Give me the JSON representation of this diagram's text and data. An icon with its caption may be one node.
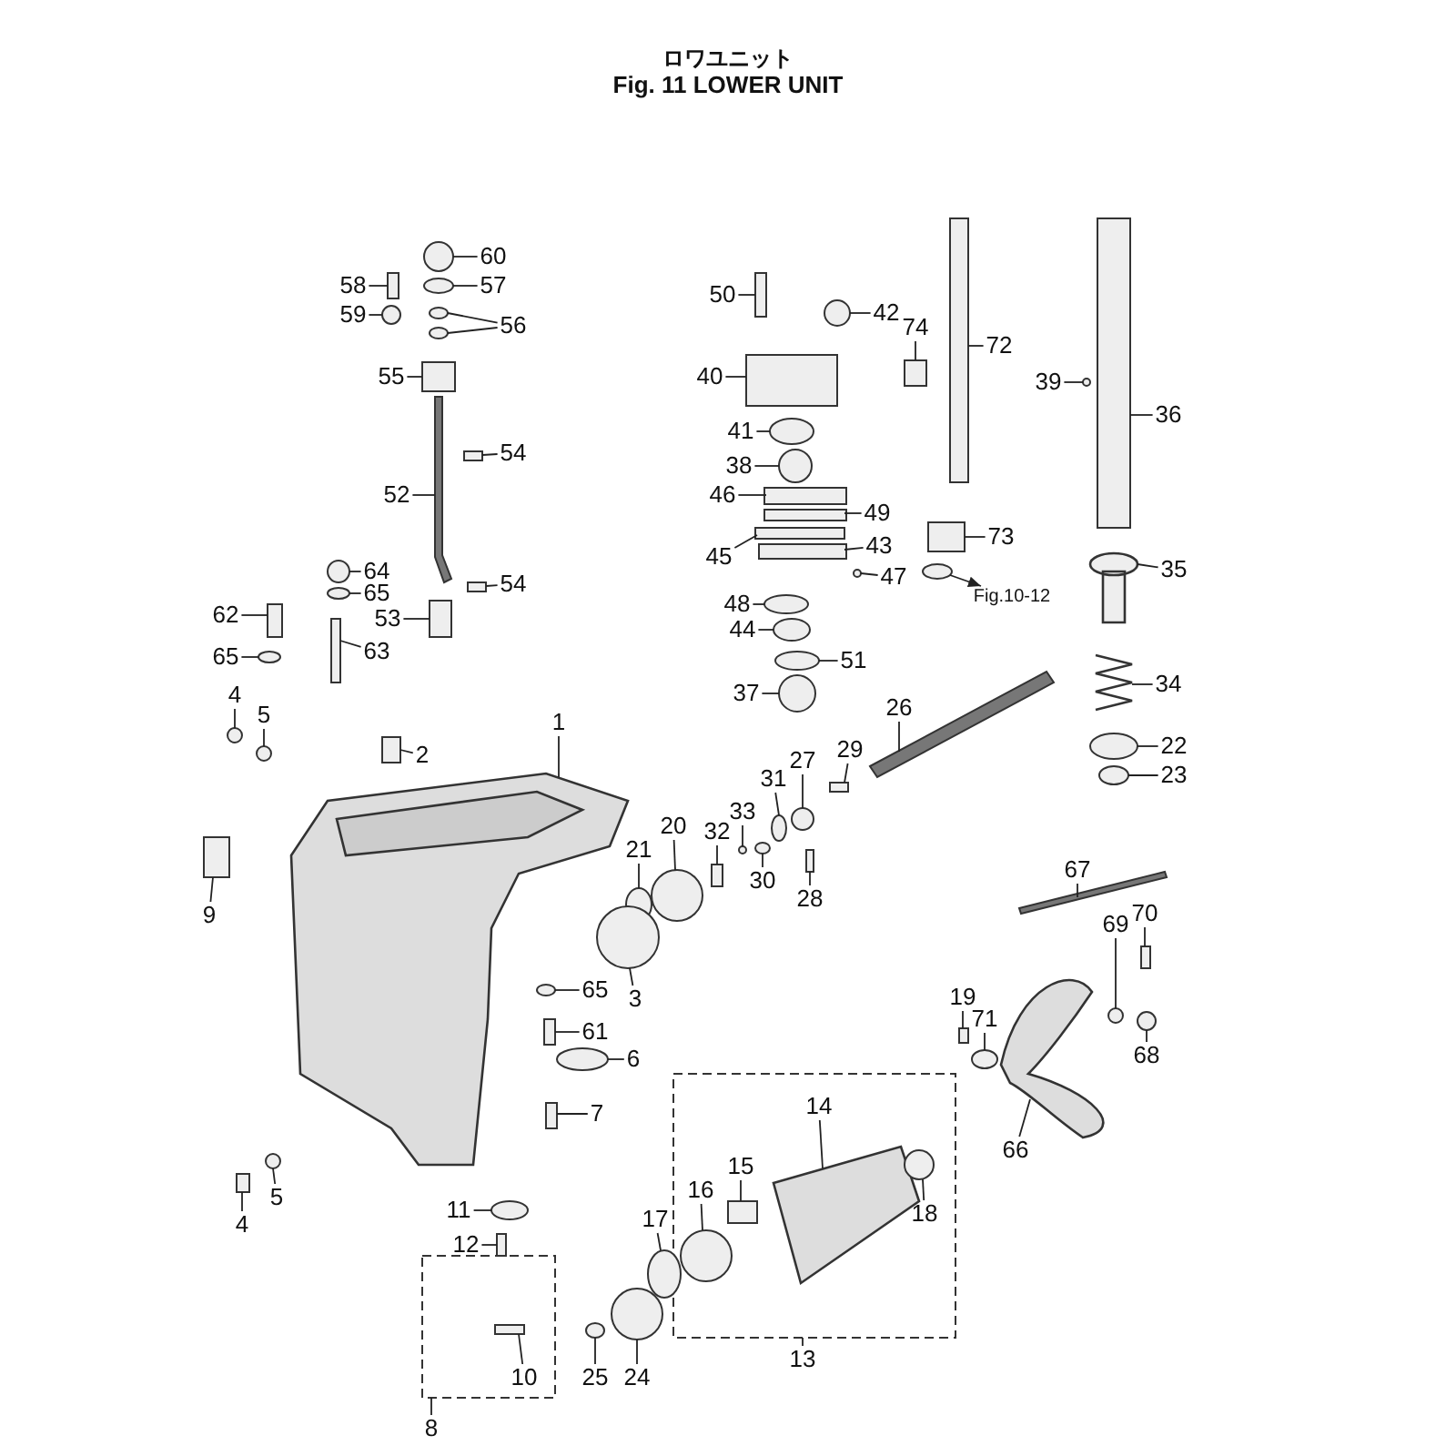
{
  "diagram": {
    "title": "ロワユニット",
    "nodes": [
      {
        "text": [
          "60"
        ]
      },
      {
        "text": [
          "57"
        ]
      },
      {
        "text": [
          "58"
        ]
      },
      {
        "text": [
          "59"
        ]
      },
      {
        "text": [
          "56"
        ]
      },
      {
        "text": [
          "55"
        ]
      },
      {
        "text": [
          "54"
        ]
      },
      {
        "text": [
          "52"
        ]
      },
      {
        "text": [
          "64"
        ]
      },
      {
        "text": [
          "65"
        ]
      },
      {
        "text": [
          "62"
        ]
      },
      {
        "text": [
          "53"
        ]
      },
      {
        "text": [
          "54"
        ]
      },
      {
        "text": [
          "65"
        ]
      },
      {
        "text": [
          "63"
        ]
      },
      {
        "text": [
          "50"
        ]
      },
      {
        "text": [
          "42"
        ]
      },
      {
        "text": [
          "74"
        ]
      },
      {
        "text": [
          "72"
        ]
      },
      {
        "text": [
          "40"
        ]
      },
      {
        "text": [
          "39"
        ]
      },
      {
        "text": [
          "36"
        ]
      },
      {
        "text": [
          "41"
        ]
      },
      {
        "text": [
          "38"
        ]
      },
      {
        "text": [
          "46"
        ]
      },
      {
        "text": [
          "49"
        ]
      },
      {
        "text": [
          "45"
        ]
      },
      {
        "text": [
          "43"
        ]
      },
      {
        "text": [
          "47"
        ]
      },
      {
        "text": [
          "73"
        ]
      },
      {
        "text": [
          "35"
        ]
      },
      {
        "text": [
          "Fig.10-12"
        ]
      },
      {
        "text": [
          "48"
        ]
      },
      {
        "text": [
          "44"
        ]
      },
      {
        "text": [
          "51"
        ]
      },
      {
        "text": [
          "37"
        ]
      },
      {
        "text": [
          "34"
        ]
      },
      {
        "text": [
          "4"
        ]
      },
      {
        "text": [
          "5"
        ]
      },
      {
        "text": [
          "1"
        ]
      },
      {
        "text": [
          "26"
        ]
      },
      {
        "text": [
          "2"
        ]
      },
      {
        "text": [
          "22"
        ]
      },
      {
        "text": [
          "29"
        ]
      },
      {
        "text": [
          "27"
        ]
      },
      {
        "text": [
          "23"
        ]
      },
      {
        "text": [
          "31"
        ]
      },
      {
        "text": [
          "33"
        ]
      },
      {
        "text": [
          "21"
        ]
      },
      {
        "text": [
          "20"
        ]
      },
      {
        "text": [
          "32"
        ]
      },
      {
        "text": [
          "30"
        ]
      },
      {
        "text": [
          "28"
        ]
      },
      {
        "text": [
          "67"
        ]
      },
      {
        "text": [
          "9"
        ]
      },
      {
        "text": [
          "70"
        ]
      },
      {
        "text": [
          "69"
        ]
      },
      {
        "text": [
          "65"
        ]
      },
      {
        "text": [
          "3"
        ]
      },
      {
        "text": [
          "19"
        ]
      },
      {
        "text": [
          "71"
        ]
      },
      {
        "text": [
          "61"
        ]
      },
      {
        "text": [
          "6"
        ]
      },
      {
        "text": [
          "68"
        ]
      },
      {
        "text": [
          "66"
        ]
      },
      {
        "text": [
          "14"
        ]
      },
      {
        "text": [
          "7"
        ]
      },
      {
        "text": [
          "15"
        ]
      },
      {
        "text": [
          "5"
        ]
      },
      {
        "text": [
          "11"
        ]
      },
      {
        "text": [
          "18"
        ]
      },
      {
        "text": [
          "16"
        ]
      },
      {
        "text": [
          "17"
        ]
      },
      {
        "text": [
          "4"
        ]
      },
      {
        "text": [
          "12"
        ]
      },
      {
        "text": [
          "13"
        ]
      },
      {
        "text": [
          "10"
        ]
      },
      {
        "text": [
          "25"
        ]
      },
      {
        "text": [
          "24"
        ]
      },
      {
        "text": [
          "8"
        ]
      },
      {
        "text": [],
        "shape": "circle"
      },
      {
        "text": [],
        "shape": "circle"
      },
      {
        "text": [],
        "shape": "box"
      },
      {
        "text": [],
        "shape": "circle"
      },
      {
        "text": [],
        "shape": "circle"
      },
      {
        "text": [],
        "shape": "circle"
      },
      {
        "text": [],
        "shape": "box"
      },
      {
        "text": [],
        "shape": "box"
      },
      {
        "text": [],
        "shape": "bar"
      },
      {
        "text": [],
        "shape": "circle"
      },
      {
        "text": [],
        "shape": "circle"
      },
      {
        "text": [],
        "shape": "box"
      },
      {
        "text": [],
        "shape": "box"
      },
      {
        "text": [],
        "shape": "box"
      },
      {
        "text": [],
        "shape": "circle"
      },
      {
        "text": [],
        "shape": "box"
      },
      {
        "text": [],
        "shape": "box"
      },
      {
        "text": [],
        "shape": "circle"
      },
      {
        "text": [],
        "shape": "box"
      },
      {
        "text": [],
        "shape": "box"
      },
      {
        "text": [],
        "shape": "box"
      },
      {
        "text": [],
        "shape": "circle"
      },
      {
        "text": [],
        "shape": "box"
      },
      {
        "text": [],
        "shape": "circle"
      },
      {
        "text": [],
        "shape": "circle"
      },
      {
        "text": [],
        "shape": "box"
      },
      {
        "text": [],
        "shape": "box"
      },
      {
        "text": [],
        "shape": "box"
      },
      {
        "text": [],
        "shape": "box"
      },
      {
        "text": [],
        "shape": "circle"
      },
      {
        "text": [],
        "shape": "box"
      },
      {
        "text": [],
        "shape": "picture"
      },
      {
        "text": [],
        "shape": "circle"
      },
      {
        "text": [],
        "shape": "circle"
      },
      {
        "text": [],
        "shape": "circle"
      },
      {
        "text": [],
        "shape": "circle"
      },
      {
        "text": [],
        "shape": "circle"
      },
      {
        "text": [],
        "shape": "picture"
      },
      {
        "text": [],
        "shape": "circle"
      },
      {
        "text": [],
        "shape": "circle"
      },
      {
        "text": [],
        "shape": "picture"
      },
      {
        "text": [],
        "shape": "bar"
      },
      {
        "text": [],
        "shape": "box"
      },
      {
        "text": [],
        "shape": "circle"
      },
      {
        "text": [],
        "shape": "box"
      },
      {
        "text": [],
        "shape": "circle"
      },
      {
        "text": [],
        "shape": "circle"
      },
      {
        "text": [],
        "shape": "circle"
      },
      {
        "text": [],
        "shape": "circle"
      },
      {
        "text": [],
        "shape": "circle"
      },
      {
        "text": [],
        "shape": "circle"
      },
      {
        "text": [],
        "shape": "box"
      },
      {
        "text": [],
        "shape": "circle"
      },
      {
        "text": [],
        "shape": "box"
      },
      {
        "text": [],
        "shape": "bar"
      },
      {
        "text": [],
        "shape": "box"
      },
      {
        "text": [],
        "shape": "box"
      },
      {
        "text": [],
        "shape": "circle"
      },
      {
        "text": [],
        "shape": "circle"
      },
      {
        "text": [],
        "shape": "circle"
      },
      {
        "text": [],
        "shape": "box"
      },
      {
        "text": [],
        "shape": "circle"
      },
      {
        "text": [],
        "shape": "box"
      },
      {
        "text": [],
        "shape": "circle"
      },
      {
        "text": [],
        "shape": "circle"
      },
      {
        "text": [],
        "shape": "picture"
      },
      {
        "text": [],
        "shape": "picture"
      },
      {
        "text": [],
        "shape": "box"
      },
      {
        "text": [],
        "shape": "box"
      },
      {
        "text": [],
        "shape": "circle"
      },
      {
        "text": [],
        "shape": "circle"
      },
      {
        "text": [],
        "shape": "circle"
      },
      {
        "text": [],
        "shape": "circle"
      },
      {
        "text": [],
        "shape": "circle"
      },
      {
        "text": [],
        "shape": "box"
      },
      {
        "text": [],
        "shape": "box"
      },
      {
        "text": [],
        "shape": "box"
      },
      {
        "text": [],
        "shape": "circle"
      },
      {
        "text": [],
        "shape": "circle"
      }
    ],
    "edges": [
      {
        "from": 0,
        "to": 80,
        "arrow": "none"
      },
      {
        "from": 1,
        "to": 81,
        "arrow": "none"
      },
      {
        "from": 2,
        "to": 82,
        "arrow": "none"
      },
      {
        "from": 3,
        "to": 83,
        "arrow": "none"
      },
      {
        "from": 4,
        "to": 84,
        "arrow": "none"
      },
      {
        "from": 4,
        "to": 85,
        "arrow": "none"
      },
      {
        "from": 5,
        "to": 86,
        "arrow": "none"
      },
      {
        "from": 6,
        "to": 87,
        "arrow": "none"
      },
      {
        "from": 7,
        "to": 88,
        "arrow": "none"
      },
      {
        "from": 8,
        "to": 89,
        "arrow": "none"
      },
      {
        "from": 9,
        "to": 90,
        "arrow": "none"
      },
      {
        "from": 10,
        "to": 91,
        "arrow": "none"
      },
      {
        "from": 11,
        "to": 92,
        "arrow": "none"
      },
      {
        "from": 12,
        "to": 93,
        "arrow": "none"
      },
      {
        "from": 13,
        "to": 94,
        "arrow": "none"
      },
      {
        "from": 14,
        "to": 95,
        "arrow": "none"
      },
      {
        "from": 15,
        "to": 96,
        "arrow": "none"
      },
      {
        "from": 16,
        "to": 97,
        "arrow": "none"
      },
      {
        "from": 17,
        "to": 98,
        "arrow": "none"
      },
      {
        "from": 18,
        "to": 99,
        "arrow": "none"
      },
      {
        "from": 19,
        "to": 100,
        "arrow": "none"
      },
      {
        "from": 20,
        "to": 101,
        "arrow": "none"
      },
      {
        "from": 21,
        "to": 102,
        "arrow": "none"
      },
      {
        "from": 22,
        "to": 103,
        "arrow": "none"
      },
      {
        "from": 23,
        "to": 104,
        "arrow": "none"
      },
      {
        "from": 24,
        "to": 105,
        "arrow": "none"
      },
      {
        "from": 25,
        "to": 106,
        "arrow": "none"
      },
      {
        "from": 26,
        "to": 107,
        "arrow": "none"
      },
      {
        "from": 27,
        "to": 108,
        "arrow": "none"
      },
      {
        "from": 28,
        "to": 109,
        "arrow": "none"
      },
      {
        "from": 29,
        "to": 110,
        "arrow": "none"
      },
      {
        "from": 30,
        "to": 111,
        "arrow": "none"
      },
      {
        "from": 112,
        "to": 31,
        "arrow": "to"
      },
      {
        "from": 32,
        "to": 113,
        "arrow": "none"
      },
      {
        "from": 33,
        "to": 114,
        "arrow": "none"
      },
      {
        "from": 34,
        "to": 115,
        "arrow": "none"
      },
      {
        "from": 35,
        "to": 116,
        "arrow": "none"
      },
      {
        "from": 36,
        "to": 117,
        "arrow": "none"
      },
      {
        "from": 37,
        "to": 118,
        "arrow": "none"
      },
      {
        "from": 38,
        "to": 119,
        "arrow": "none"
      },
      {
        "from": 39,
        "to": 120,
        "arrow": "none"
      },
      {
        "from": 40,
        "to": 121,
        "arrow": "none"
      },
      {
        "from": 41,
        "to": 122,
        "arrow": "none"
      },
      {
        "from": 42,
        "to": 123,
        "arrow": "none"
      },
      {
        "from": 43,
        "to": 124,
        "arrow": "none"
      },
      {
        "from": 44,
        "to": 125,
        "arrow": "none"
      },
      {
        "from": 45,
        "to": 126,
        "arrow": "none"
      },
      {
        "from": 46,
        "to": 127,
        "arrow": "none"
      },
      {
        "from": 47,
        "to": 128,
        "arrow": "none"
      },
      {
        "from": 48,
        "to": 129,
        "arrow": "none"
      },
      {
        "from": 49,
        "to": 130,
        "arrow": "none"
      },
      {
        "from": 50,
        "to": 131,
        "arrow": "none"
      },
      {
        "from": 51,
        "to": 132,
        "arrow": "none"
      },
      {
        "from": 52,
        "to": 133,
        "arrow": "none"
      },
      {
        "from": 53,
        "to": 134,
        "arrow": "none"
      },
      {
        "from": 54,
        "to": 135,
        "arrow": "none"
      },
      {
        "from": 55,
        "to": 136,
        "arrow": "none"
      },
      {
        "from": 56,
        "to": 137,
        "arrow": "none"
      },
      {
        "from": 57,
        "to": 138,
        "arrow": "none"
      },
      {
        "from": 58,
        "to": 139,
        "arrow": "none"
      },
      {
        "from": 59,
        "to": 140,
        "arrow": "none"
      },
      {
        "from": 60,
        "to": 141,
        "arrow": "none"
      },
      {
        "from": 61,
        "to": 142,
        "arrow": "none"
      },
      {
        "from": 62,
        "to": 143,
        "arrow": "none"
      },
      {
        "from": 63,
        "to": 144,
        "arrow": "none"
      },
      {
        "from": 64,
        "to": 145,
        "arrow": "none"
      },
      {
        "from": 65,
        "to": 146,
        "arrow": "none"
      },
      {
        "from": 66,
        "to": 147,
        "arrow": "none"
      },
      {
        "from": 67,
        "to": 148,
        "arrow": "none"
      },
      {
        "from": 68,
        "to": 149,
        "arrow": "none"
      },
      {
        "from": 69,
        "to": 150,
        "arrow": "none"
      },
      {
        "from": 70,
        "to": 151,
        "arrow": "none"
      },
      {
        "from": 71,
        "to": 152,
        "arrow": "none"
      },
      {
        "from": 72,
        "to": 153,
        "arrow": "none"
      },
      {
        "from": 73,
        "to": 154,
        "arrow": "none"
      },
      {
        "from": 74,
        "to": 155,
        "arrow": "none"
      },
      {
        "from": 75,
        "to": null,
        "arrow": "none"
      },
      {
        "from": 76,
        "to": 156,
        "arrow": "none"
      },
      {
        "from": 77,
        "to": 157,
        "arrow": "none"
      },
      {
        "from": 78,
        "to": 158,
        "arrow": "none"
      },
      {
        "from": 79,
        "to": null,
        "arrow": "none"
      }
    ],
    "labels": [
      "Fig. 11 LOWER UNIT"
    ]
  }
}
